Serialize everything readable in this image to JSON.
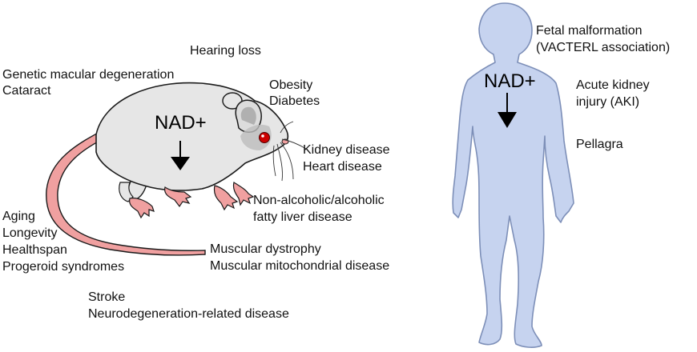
{
  "mouse": {
    "marker": "NAD+",
    "conditions": {
      "hearing": "Hearing loss",
      "eye": [
        "Genetic macular degeneration",
        "Cataract"
      ],
      "metabolic": [
        "Obesity",
        "Diabetes"
      ],
      "organ": [
        "Kidney disease",
        "Heart disease"
      ],
      "liver": [
        "Non-alcoholic/alcoholic",
        "fatty liver disease"
      ],
      "aging": [
        "Aging",
        "Longevity",
        "Healthspan",
        "Progeroid syndromes"
      ],
      "muscle": [
        "Muscular dystrophy",
        "Muscular mitochondrial disease"
      ],
      "neuro": [
        "Stroke",
        "Neurodegeneration-related disease"
      ]
    }
  },
  "human": {
    "marker": "NAD+",
    "conditions": {
      "fetal": [
        "Fetal malformation",
        "(VACTERL association)"
      ],
      "kidney": [
        "Acute kidney",
        "injury (AKI)"
      ],
      "pellagra": "Pellagra"
    }
  },
  "colors": {
    "mouse_body": "#e6e6e6",
    "mouse_outline": "#1a1a1a",
    "tail_and_paws": "#f0a0a0",
    "eye": "#cc0000",
    "human_body": "#c6d3ef",
    "human_outline": "#7d8fb8",
    "arrow": "#000000"
  }
}
